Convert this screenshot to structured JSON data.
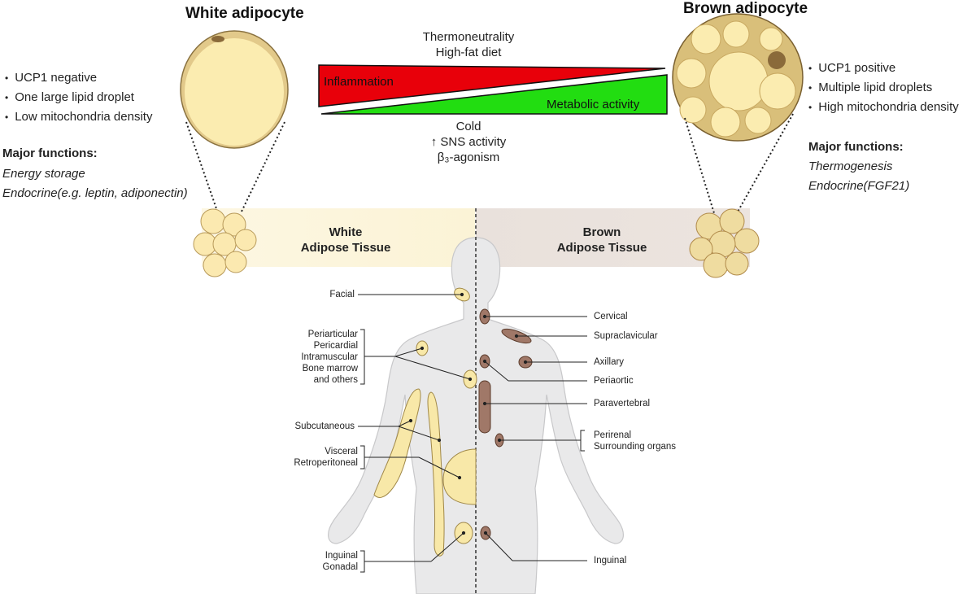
{
  "white_adipocyte": {
    "title": "White adipocyte",
    "bullets": [
      "UCP1 negative",
      "One large lipid droplet",
      "Low mitochondria density"
    ],
    "major_label": "Major functions:",
    "functions": [
      "Energy storage",
      "Endocrine(e.g. leptin, adiponectin)"
    ]
  },
  "brown_adipocyte": {
    "title": "Brown adipocyte",
    "bullets": [
      "UCP1 positive",
      "Multiple lipid droplets",
      "High mitochondria density"
    ],
    "major_label": "Major functions:",
    "functions": [
      "Thermogenesis",
      "Endocrine(FGF21)"
    ]
  },
  "top_conditions": [
    "Thermoneutrality",
    "High-fat diet"
  ],
  "bottom_conditions": [
    "Cold",
    "↑ SNS activity",
    "β₃-agonism"
  ],
  "wedges": {
    "inflammation": "Inflammation",
    "metabolic": "Metabolic activity"
  },
  "tissues": {
    "white": [
      "White",
      "Adipose Tissue"
    ],
    "brown": [
      "Brown",
      "Adipose Tissue"
    ]
  },
  "left_labels": {
    "facial": "Facial",
    "group1": [
      "Periarticular",
      "Pericardial",
      "Intramuscular",
      "Bone marrow",
      "and others"
    ],
    "subcutaneous": "Subcutaneous",
    "visceral": [
      "Visceral",
      "Retroperitoneal"
    ],
    "inguinal": [
      "Inguinal",
      "Gonadal"
    ]
  },
  "right_labels": {
    "cervical": "Cervical",
    "supraclavicular": "Supraclavicular",
    "axillary": "Axillary",
    "periaortic": "Periaortic",
    "paravertebral": "Paravertebral",
    "perirenal": [
      "Perirenal",
      "Surrounding organs"
    ],
    "inguinal": "Inguinal"
  },
  "colors": {
    "white_fat": "#f8e8a8",
    "brown_fat": "#a07868",
    "inflammation": "#e8000a",
    "metabolic": "#22dd11",
    "white_band": "#fbf3d6",
    "brown_band": "#e6dcd6"
  }
}
